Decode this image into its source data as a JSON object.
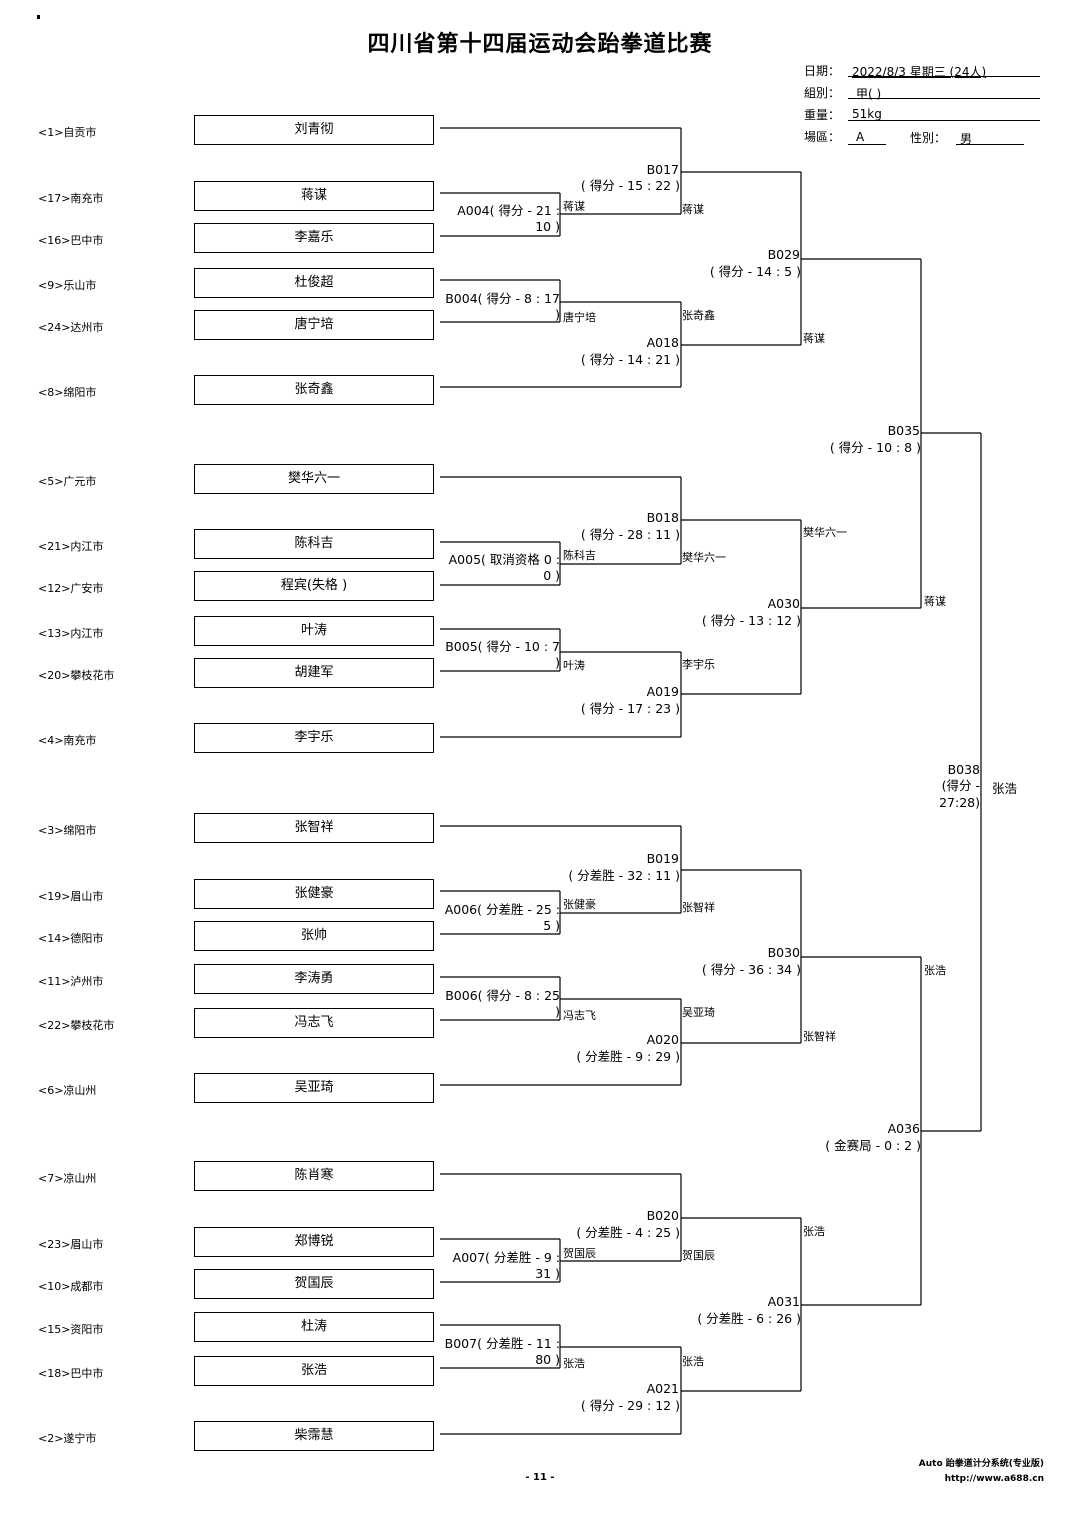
{
  "title": "四川省第十四届运动会跆拳道比赛",
  "info": {
    "date_label": "日期：",
    "date_value": "2022/8/3 星期三 (24人)",
    "group_label": "組別：",
    "group_value": "甲( )",
    "weight_label": "重量：",
    "weight_value": "51kg",
    "area_label": "場區：",
    "area_value": "A",
    "gender_label": "性別：",
    "gender_value": "男"
  },
  "entries": [
    {
      "seed": "<1>自贡市",
      "name": "刘青彻"
    },
    {
      "seed": "<17>南充市",
      "name": "蒋谋"
    },
    {
      "seed": "<16>巴中市",
      "name": "李嘉乐"
    },
    {
      "seed": "<9>乐山市",
      "name": "杜俊超"
    },
    {
      "seed": "<24>达州市",
      "name": "唐宁培"
    },
    {
      "seed": "<8>绵阳市",
      "name": "张奇鑫"
    },
    {
      "seed": "<5>广元市",
      "name": "樊华六一"
    },
    {
      "seed": "<21>内江市",
      "name": "陈科吉"
    },
    {
      "seed": "<12>广安市",
      "name": "程宾(失格 )"
    },
    {
      "seed": "<13>内江市",
      "name": "叶涛"
    },
    {
      "seed": "<20>攀枝花市",
      "name": "胡建军"
    },
    {
      "seed": "<4>南充市",
      "name": "李宇乐"
    },
    {
      "seed": "<3>绵阳市",
      "name": "张智祥"
    },
    {
      "seed": "<19>眉山市",
      "name": "张健豪"
    },
    {
      "seed": "<14>德阳市",
      "name": "张帅"
    },
    {
      "seed": "<11>泸州市",
      "name": "李涛勇"
    },
    {
      "seed": "<22>攀枝花市",
      "name": "冯志飞"
    },
    {
      "seed": "<6>凉山州",
      "name": "吴亚琦"
    },
    {
      "seed": "<7>凉山州",
      "name": "陈肖寒"
    },
    {
      "seed": "<23>眉山市",
      "name": "郑博锐"
    },
    {
      "seed": "<10>成都市",
      "name": "贺国辰"
    },
    {
      "seed": "<15>资阳市",
      "name": "杜涛"
    },
    {
      "seed": "<18>巴中市",
      "name": "张浩"
    },
    {
      "seed": "<2>遂宁市",
      "name": "柴霈慧"
    }
  ],
  "round1": [
    {
      "text": "A004( 得分 - 21 : 10 )",
      "winner": "蒋谋"
    },
    {
      "text": "B004( 得分 - 8 : 17 )",
      "winner": "唐宁培"
    },
    {
      "text": "A005( 取消资格 0 : 0 )",
      "winner": "陈科吉"
    },
    {
      "text": "B005( 得分 - 10 : 7 )",
      "winner": "叶涛"
    },
    {
      "text": "A006( 分差胜 - 25 : 5 )",
      "winner": "张健豪"
    },
    {
      "text": "B006( 得分 - 8 : 25 )",
      "winner": "冯志飞"
    },
    {
      "text": "A007( 分差胜 - 9 : 31 )",
      "winner": "贺国辰"
    },
    {
      "text": "B007( 分差胜 - 11 : 80 )",
      "winner": "张浩"
    }
  ],
  "round2": [
    {
      "code": "B017",
      "score": "( 得分 - 15 : 22 )",
      "winner": "蒋谋"
    },
    {
      "code": "A018",
      "score": "( 得分 - 14 : 21 )",
      "winner": "张奇鑫"
    },
    {
      "code": "B018",
      "score": "( 得分 - 28 : 11 )",
      "winner": "樊华六一"
    },
    {
      "code": "A019",
      "score": "( 得分 - 17 : 23 )",
      "winner": "李宇乐"
    },
    {
      "code": "B019",
      "score": "( 分差胜 - 32 : 11 )",
      "winner": "张智祥"
    },
    {
      "code": "A020",
      "score": "( 分差胜 - 9 : 29 )",
      "winner": "吴亚琦"
    },
    {
      "code": "B020",
      "score": "( 分差胜 - 4 : 25 )",
      "winner": "贺国辰"
    },
    {
      "code": "A021",
      "score": "( 得分 - 29 : 12 )",
      "winner": "张浩"
    }
  ],
  "round3": [
    {
      "code": "B029",
      "score": "( 得分 - 14 : 5 )",
      "winner": "蒋谋"
    },
    {
      "code": "A030",
      "score": "( 得分 - 13 : 12 )",
      "winner": "樊华六一"
    },
    {
      "code": "B030",
      "score": "( 得分 - 36 : 34 )",
      "winner": "张智祥"
    },
    {
      "code": "A031",
      "score": "( 分差胜 - 6 : 26 )",
      "winner": "张浩"
    }
  ],
  "round4": [
    {
      "code": "B035",
      "score": "( 得分 - 10 : 8 )",
      "winner": "蒋谋"
    },
    {
      "code": "A036",
      "score": "( 金赛局 - 0 : 2 )",
      "winner": "张浩"
    }
  ],
  "final": {
    "code": "B038",
    "score_line1": "(得分 -",
    "score_line2": "27:28)",
    "winner": "张浩"
  },
  "footer": {
    "page": "- 11 -",
    "system": "Auto 跆拳道计分系统(专业版)",
    "url": "http://www.a688.cn"
  }
}
